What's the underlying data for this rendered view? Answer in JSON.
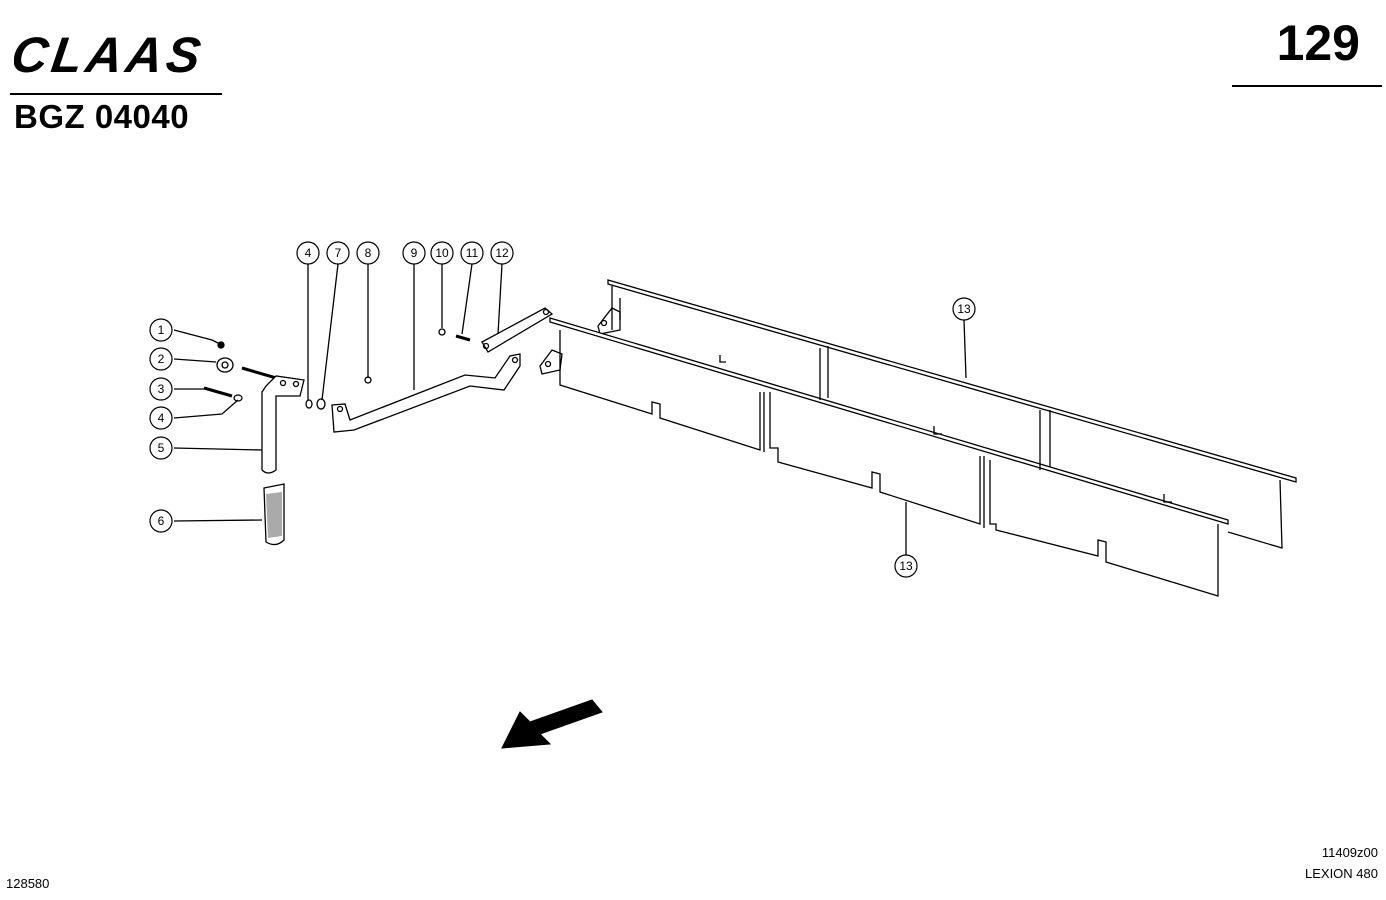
{
  "header": {
    "brand": "CLAAS",
    "group_code": "BGZ 04040",
    "page_number": "129"
  },
  "callouts": [
    "1",
    "2",
    "3",
    "4",
    "5",
    "6",
    "4",
    "7",
    "8",
    "9",
    "10",
    "11",
    "12",
    "13",
    "13"
  ],
  "footer": {
    "drawing_id": "128580",
    "figure_ref": "11409z00",
    "model": "LEXION 480"
  },
  "icons": {
    "direction": "arrow-down-left-icon"
  }
}
